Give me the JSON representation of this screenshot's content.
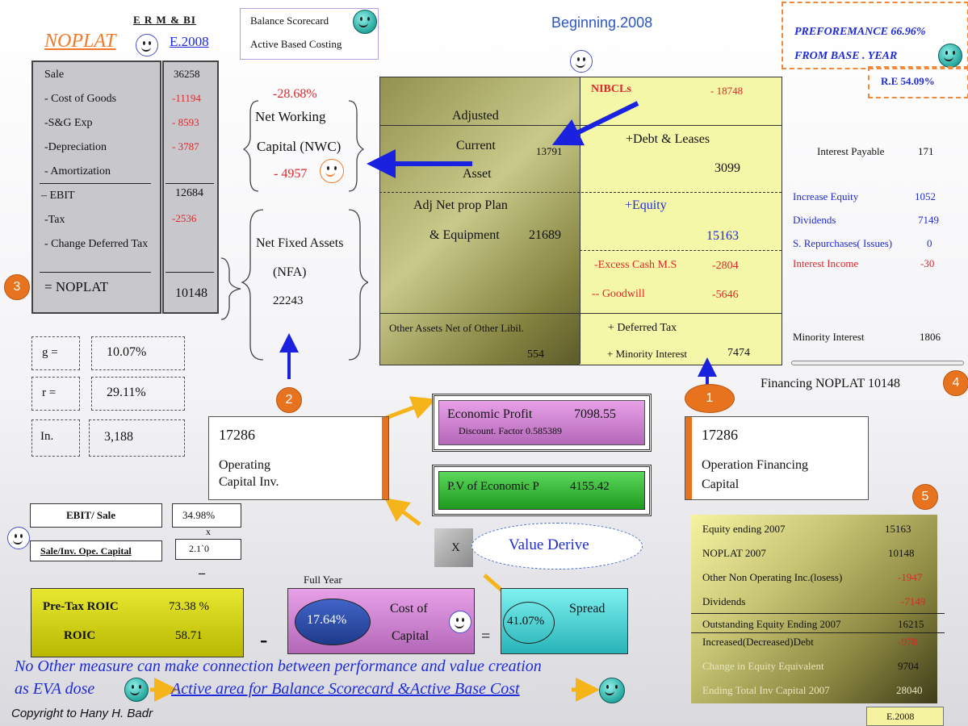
{
  "header": {
    "erm": "E R M  &  BI",
    "noplat_title": "NOPLAT",
    "e2008": "E.2008",
    "scorecard": "Balance Scorecard",
    "abc": "Active Based Costing",
    "beginning": "Beginning.2008",
    "performance": "PREFOREMANCE  66.96%",
    "from_base": "FROM BASE . YEAR",
    "re": "R.E  54.09%"
  },
  "noplat_table": {
    "rows": [
      {
        "label": "Sale",
        "value": "36258"
      },
      {
        "label": "- Cost of Goods",
        "value": "-11194"
      },
      {
        "label": "-S&G Exp",
        "value": "- 8593"
      },
      {
        "label": "-Depreciation",
        "value": "- 3787"
      },
      {
        "label": "- Amortization",
        "value": ""
      },
      {
        "label": "– EBIT",
        "value": "12684"
      },
      {
        "label": "-Tax",
        "value": "-2536"
      },
      {
        "label": "- Change Deferred Tax",
        "value": ""
      },
      {
        "label": "= NOPLAT",
        "value": "10148"
      }
    ]
  },
  "nwc": {
    "pct": "-28.68%",
    "line1": "Net Working",
    "line2": "Capital (NWC)",
    "value": "- 4957"
  },
  "nfa": {
    "line1": "Net Fixed Assets",
    "line2": "(NFA)",
    "value": "22243"
  },
  "balance": {
    "adjusted": "Adjusted",
    "current": "Current",
    "asset": "Asset",
    "current_value": "13791",
    "adj_net_prop": "Adj Net prop Plan",
    "equipment": "& Equipment",
    "equipment_value": "21689",
    "other_assets": "Other Assets Net of Other Libil.",
    "other_value": "554",
    "nibcls": "NIBCLs",
    "nibcls_value": "- 18748",
    "debt": "+Debt & Leases",
    "debt_value": "3099",
    "equity": "+Equity",
    "equity_value": "15163",
    "excess_cash": "-Excess Cash M.S",
    "excess_value": "-2804",
    "goodwill": "-- Goodwill",
    "goodwill_value": "-5646",
    "deferred": "+ Deferred Tax",
    "minority": "+ Minority Interest",
    "minority_value": "7474"
  },
  "right_panel": {
    "interest_payable": "Interest  Payable",
    "interest_payable_value": "171",
    "increase_equity": "Increase Equity",
    "increase_equity_value": "1052",
    "dividends": "Dividends",
    "dividends_value": "7149",
    "repurchases": "S. Repurchases( Issues)",
    "repurchases_value": "0",
    "interest_income": "Interest Income",
    "interest_income_value": "-30",
    "minority_interest": "Minority Interest",
    "minority_interest_value": "1806",
    "financing_noplat": "Financing NOPLAT  10148"
  },
  "rates": {
    "g_label": "g =",
    "g_value": "10.07%",
    "r_label": "r =",
    "r_value": "29.11%",
    "in_label": "In.",
    "in_value": "3,188"
  },
  "badges": [
    "1",
    "2",
    "3",
    "4",
    "5"
  ],
  "operating_capital": {
    "value": "17286",
    "line1": "Operating",
    "line2": "Capital Inv."
  },
  "operation_financing": {
    "value": "17286",
    "line1": "Operation Financing",
    "line2": "Capital"
  },
  "economic_profit": {
    "title": "Economic Profit",
    "value": "7098.55",
    "factor": "Discount. Factor 0.585389"
  },
  "pv_economic": {
    "label": "P.V of Economic P",
    "value": "4155.42"
  },
  "value_derive": {
    "x": "X",
    "label": "Value Derive"
  },
  "ratios": {
    "ebit_sale": "EBIT/ Sale",
    "ebit_sale_value": "34.98%",
    "times": "x",
    "sale_inv": "Sale/Inv. Ope. Capital",
    "sale_inv_value": "2.1`0",
    "minus": "–"
  },
  "roic": {
    "pretax": "Pre-Tax  ROIC",
    "pretax_value": "73.38 %",
    "roic": "ROIC",
    "roic_value": "58.71"
  },
  "cost_capital": {
    "full_year": "Full Year",
    "value": "17.64%",
    "line1": "Cost of",
    "line2": "Capital",
    "minus": "-",
    "equals": "="
  },
  "spread": {
    "label": "Spread",
    "value": "41.07%"
  },
  "equity_panel": {
    "rows": [
      {
        "label": "Equity ending 2007",
        "value": "15163"
      },
      {
        "label": "NOPLAT 2007",
        "value": "10148"
      },
      {
        "label": "Other Non Operating Inc.(losess)",
        "value": "-1947"
      },
      {
        "label": "Dividends",
        "value": "-7149"
      },
      {
        "label": "Outstanding Equity Ending 2007",
        "value": "16215"
      },
      {
        "label": "Increased(Decreased)Debt",
        "value": "-978"
      },
      {
        "label": "Change in Equity Equivalent",
        "value": "9704"
      },
      {
        "label": "Ending Total Inv Capital 2007",
        "value": "28040"
      }
    ],
    "footer": "E.2008"
  },
  "footer": {
    "line1": "No Other measure can make connection between performance and value creation",
    "line2a": "as EVA  dose",
    "line2b": "Active area for Balance Scorecard &Active Base Cost",
    "copyright": "Copyright to Hany H. Badr"
  },
  "colors": {
    "accent_red": "#e0262a",
    "accent_blue": "#1f2bd6",
    "orange": "#e8731f"
  }
}
